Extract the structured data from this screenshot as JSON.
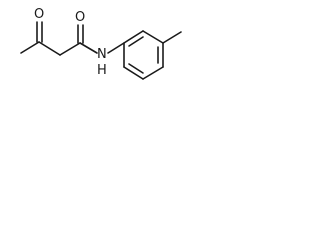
{
  "molecule": {
    "atoms": {
      "ketone_oxygen": "O",
      "amide_oxygen": "O",
      "amide_nitrogen": "N",
      "amide_hydrogen": "H"
    }
  },
  "colors": {
    "bond": "#1a1a1a",
    "background": "#ffffff"
  }
}
